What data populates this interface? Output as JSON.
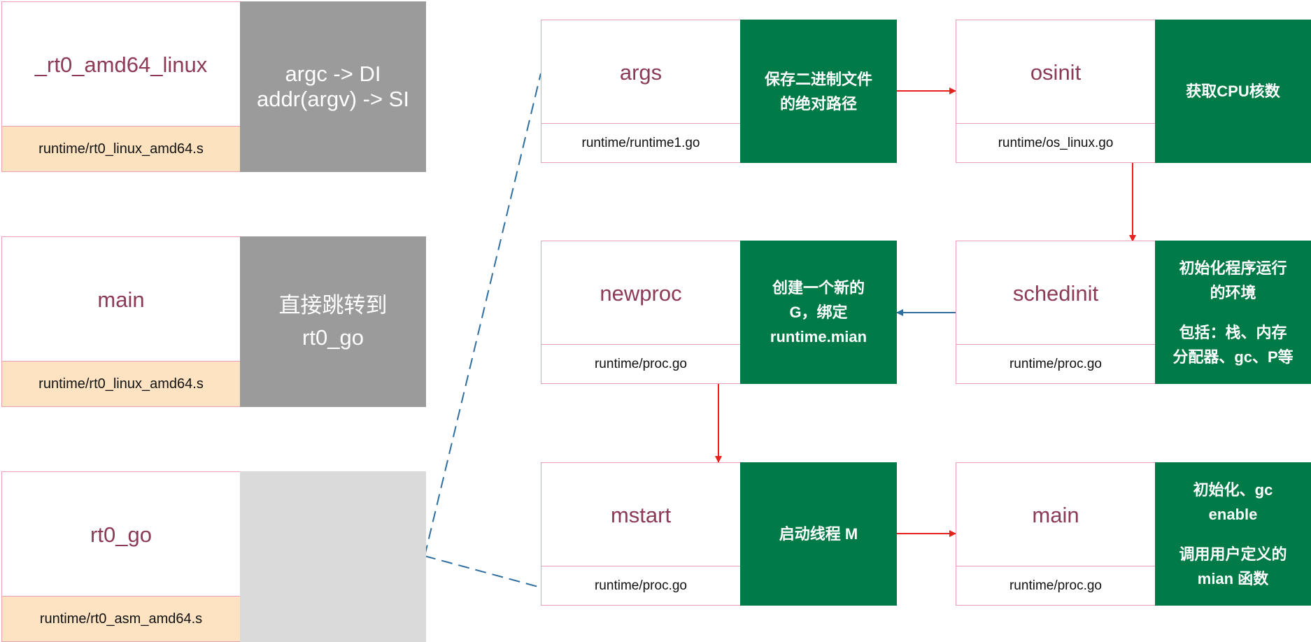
{
  "left_panels": [
    {
      "id": "rt0-amd64-linux",
      "title": "_rt0_amd64_linux",
      "file": "runtime/rt0_linux_amd64.s",
      "note_lines": [
        "argc -> DI",
        "addr(argv) -> SI"
      ]
    },
    {
      "id": "main-entry",
      "title": "main",
      "file": "runtime/rt0_linux_amd64.s",
      "note_lines": [
        "直接跳转到",
        "rt0_go"
      ]
    },
    {
      "id": "rt0-go",
      "title": "rt0_go",
      "file": "runtime/rt0_asm_amd64.s",
      "note_lines": []
    }
  ],
  "steps": [
    {
      "id": "args",
      "title": "args",
      "file": "runtime/runtime1.go",
      "desc_lines": [
        "保存二进制文件",
        "的绝对路径"
      ]
    },
    {
      "id": "osinit",
      "title": "osinit",
      "file": "runtime/os_linux.go",
      "desc_lines": [
        "获取CPU核数"
      ]
    },
    {
      "id": "schedinit",
      "title": "schedinit",
      "file": "runtime/proc.go",
      "desc_lines": [
        "初始化程序运行",
        "的环境",
        "",
        "包括：栈、内存",
        "分配器、gc、P等"
      ]
    },
    {
      "id": "newproc",
      "title": "newproc",
      "file": "runtime/proc.go",
      "desc_lines": [
        "创建一个新的",
        "G，绑定",
        "runtime.mian"
      ]
    },
    {
      "id": "mstart",
      "title": "mstart",
      "file": "runtime/proc.go",
      "desc_lines": [
        "启动线程 M"
      ]
    },
    {
      "id": "main",
      "title": "main",
      "file": "runtime/proc.go",
      "desc_lines": [
        "初始化、gc",
        "enable",
        "",
        "调用用户定义的",
        "mian 函数"
      ]
    }
  ],
  "colors": {
    "title_text": "#8c3a55",
    "box_border": "#e7a0b4",
    "file_bg_peach": "#fde2c0",
    "note_gray": "#9b9b9b",
    "note_light_gray": "#dadada",
    "desc_green": "#007a46",
    "arrow_red": "#e8201f",
    "arrow_blue": "#2f6fa0",
    "dashed_blue": "#2f6fa0"
  }
}
